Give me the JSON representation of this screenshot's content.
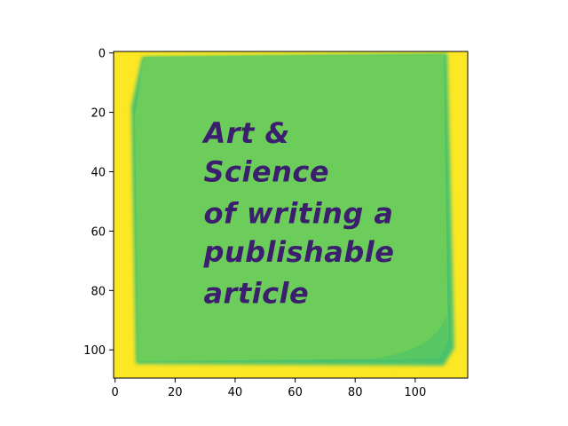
{
  "chart_data": {
    "type": "image",
    "title": "",
    "xlabel": "",
    "ylabel": "",
    "image_extent": {
      "width": 118,
      "height": 110
    },
    "xlim": [
      -0.5,
      117.5
    ],
    "ylim": [
      109.5,
      -0.5
    ],
    "x_ticks": [
      0,
      20,
      40,
      60,
      80,
      100
    ],
    "y_ticks": [
      0,
      20,
      40,
      60,
      80,
      100
    ],
    "x_tick_labels": [
      "0",
      "20",
      "40",
      "60",
      "80",
      "100"
    ],
    "y_tick_labels": [
      "0",
      "20",
      "40",
      "60",
      "80",
      "100"
    ],
    "colormap": "viridis",
    "colors": {
      "background": "#fde725",
      "note": "#6ccd5a",
      "note_shadow": "#4ac16d",
      "text": "#3b1e6e"
    },
    "image_text_lines": [
      "Art &",
      "Science",
      "of writing a",
      "publishable",
      "article"
    ],
    "grid": false,
    "legend": null
  }
}
